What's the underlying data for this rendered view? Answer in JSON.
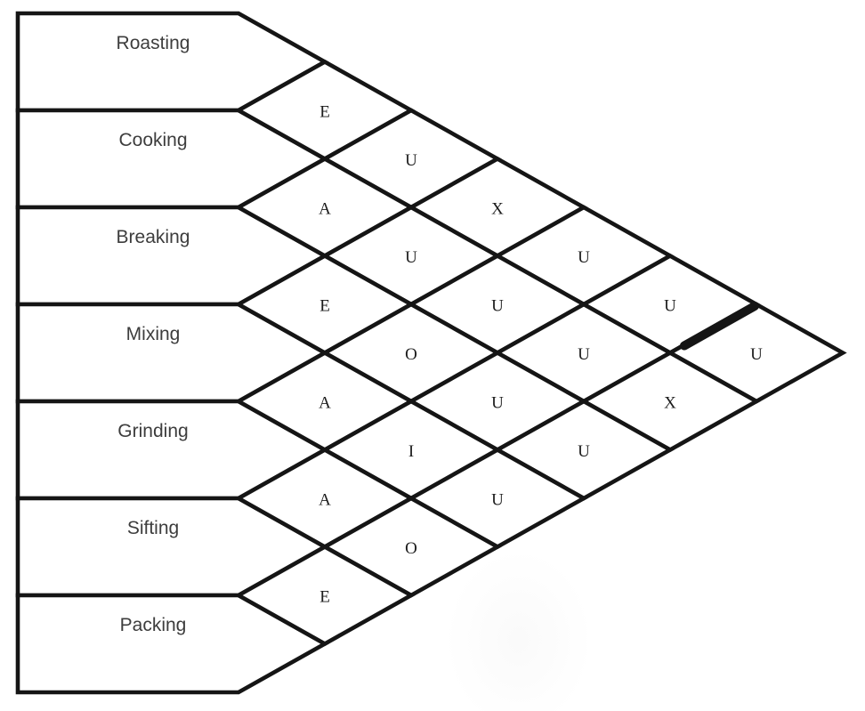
{
  "diagram": {
    "kind": "activity-relationship-chart",
    "activities": [
      {
        "id": 1,
        "label": "Roasting"
      },
      {
        "id": 2,
        "label": "Cooking"
      },
      {
        "id": 3,
        "label": "Breaking"
      },
      {
        "id": 4,
        "label": "Mixing"
      },
      {
        "id": 5,
        "label": "Grinding"
      },
      {
        "id": 6,
        "label": "Sifting"
      },
      {
        "id": 7,
        "label": "Packing"
      }
    ],
    "ratings": [
      {
        "a": 1,
        "b": 2,
        "pair": "Roasting-Cooking",
        "value": "E"
      },
      {
        "a": 1,
        "b": 3,
        "pair": "Roasting-Breaking",
        "value": "U"
      },
      {
        "a": 1,
        "b": 4,
        "pair": "Roasting-Mixing",
        "value": "X"
      },
      {
        "a": 1,
        "b": 5,
        "pair": "Roasting-Grinding",
        "value": "U"
      },
      {
        "a": 1,
        "b": 6,
        "pair": "Roasting-Sifting",
        "value": "U"
      },
      {
        "a": 1,
        "b": 7,
        "pair": "Roasting-Packing",
        "value": "U"
      },
      {
        "a": 2,
        "b": 3,
        "pair": "Cooking-Breaking",
        "value": "A"
      },
      {
        "a": 2,
        "b": 4,
        "pair": "Cooking-Mixing",
        "value": "U"
      },
      {
        "a": 2,
        "b": 5,
        "pair": "Cooking-Grinding",
        "value": "U"
      },
      {
        "a": 2,
        "b": 6,
        "pair": "Cooking-Sifting",
        "value": "U"
      },
      {
        "a": 2,
        "b": 7,
        "pair": "Cooking-Packing",
        "value": "X"
      },
      {
        "a": 3,
        "b": 4,
        "pair": "Breaking-Mixing",
        "value": "E"
      },
      {
        "a": 3,
        "b": 5,
        "pair": "Breaking-Grinding",
        "value": "O"
      },
      {
        "a": 3,
        "b": 6,
        "pair": "Breaking-Sifting",
        "value": "U"
      },
      {
        "a": 3,
        "b": 7,
        "pair": "Breaking-Packing",
        "value": "U"
      },
      {
        "a": 4,
        "b": 5,
        "pair": "Mixing-Grinding",
        "value": "A"
      },
      {
        "a": 4,
        "b": 6,
        "pair": "Mixing-Sifting",
        "value": "I"
      },
      {
        "a": 4,
        "b": 7,
        "pair": "Mixing-Packing",
        "value": "U"
      },
      {
        "a": 5,
        "b": 6,
        "pair": "Grinding-Sifting",
        "value": "A"
      },
      {
        "a": 5,
        "b": 7,
        "pair": "Grinding-Packing",
        "value": "O"
      },
      {
        "a": 6,
        "b": 7,
        "pair": "Sifting-Packing",
        "value": "E"
      }
    ],
    "colors": {
      "line": "#151515",
      "cell_fill": "#ffffff",
      "activity_text": "#3d3d3d",
      "rating_text": "#1c1c1c",
      "background": "#ffffff"
    }
  }
}
